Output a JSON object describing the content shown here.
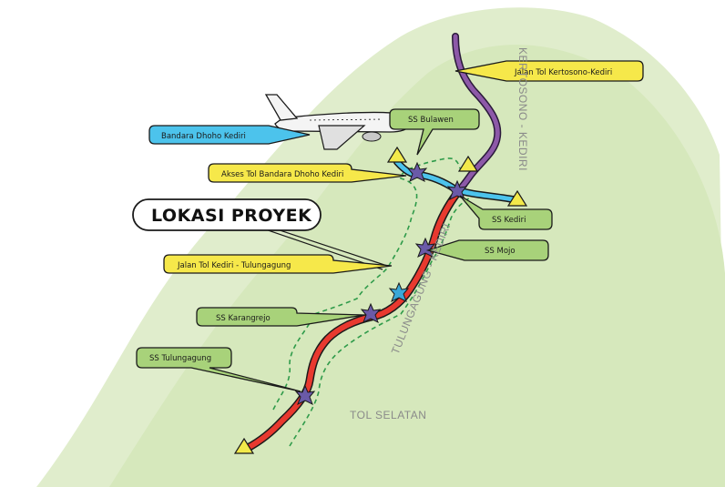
{
  "title": "LOKASI PROYEK",
  "colors": {
    "background_green": "#dcebc4",
    "toll_kediri_tulungagung": "#e8392f",
    "toll_kertosono_kediri": "#8d59a8",
    "airport_access": "#4cc3ec",
    "label_yellow": "#f6e84a",
    "label_green": "#a8d27a",
    "label_blue": "#4cc3ec",
    "corridor_dash": "#2f9b4a",
    "star_marker": "#6a5aa8",
    "star_marker_light": "#3aa8d8",
    "triangle_marker": "#f2e94a"
  },
  "labels": {
    "airport": "Bandara Dhoho Kediri",
    "ss_bulawen": "SS Bulawen",
    "toll_kertosono": "Jalan Tol Kertosono-Kediri",
    "akses_tol": "Akses Tol Bandara Dhoho Kediri",
    "ss_kediri": "SS Kediri",
    "ss_mojo": "SS Mojo",
    "toll_kediri_tulungagung": "Jalan Tol Kediri - Tulungagung",
    "ss_karangrejo": "SS Karangrejo",
    "ss_tulungagung": "SS Tulungagung"
  },
  "road_names": {
    "kertosono_kediri": "KERTOSONO - KEDIRI",
    "tulungagung_kediri": "TULUNGAGUNG - KEDIRI",
    "tol_selatan": "TOL SELATAN"
  },
  "icons": [
    "airplane-icon",
    "star-marker-icon",
    "triangle-marker-icon"
  ]
}
